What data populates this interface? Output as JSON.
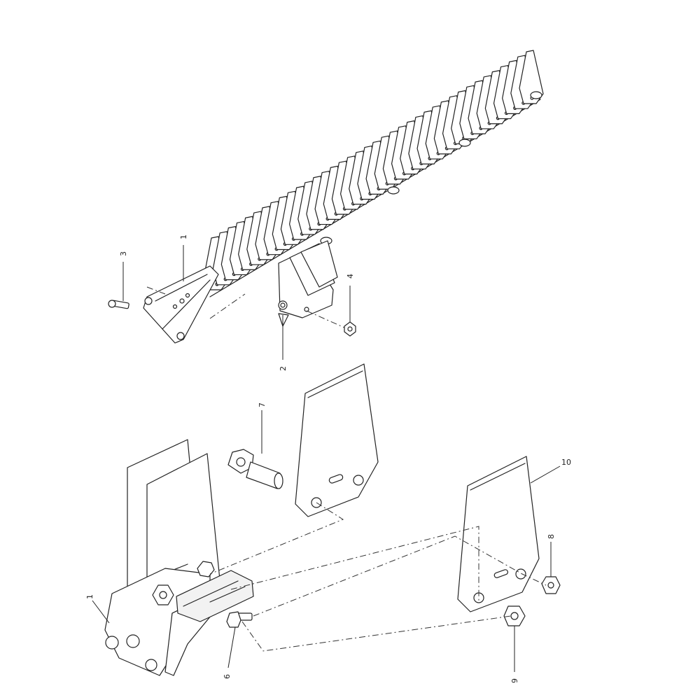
{
  "callouts": {
    "c1_top": "1",
    "c2": "2",
    "c3": "3",
    "c4": "4",
    "c1_bottom": "1",
    "c6": "6",
    "c7": "7",
    "c8": "8",
    "c9": "9",
    "c10": "10"
  }
}
